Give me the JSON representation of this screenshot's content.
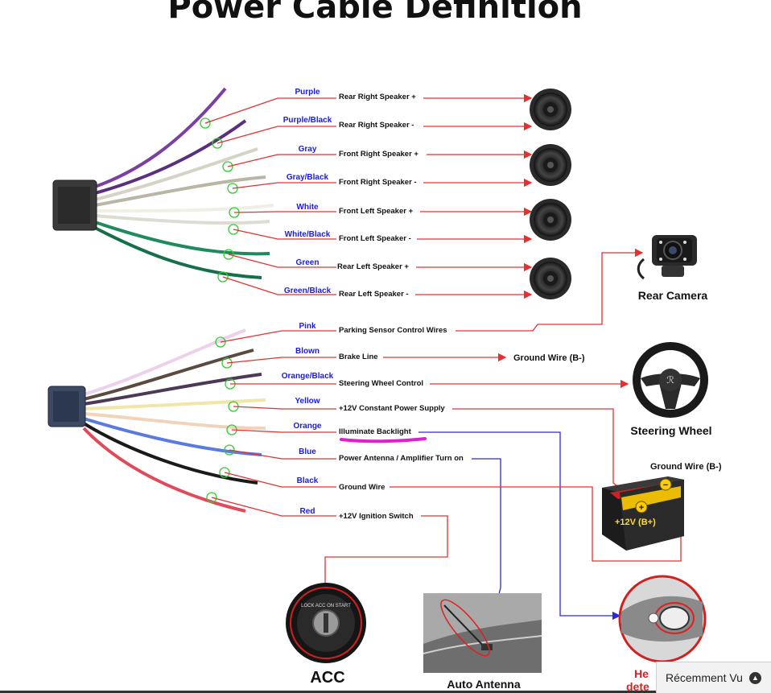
{
  "title": "Power Cable Definition",
  "speaker_wires": [
    {
      "color": "Purple",
      "function": "Rear Right Speaker +"
    },
    {
      "color": "Purple/Black",
      "function": "Rear Right Speaker -"
    },
    {
      "color": "Gray",
      "function": "Front Right Speaker +"
    },
    {
      "color": "Gray/Black",
      "function": "Front Right Speaker -"
    },
    {
      "color": "White",
      "function": "Front Left Speaker +"
    },
    {
      "color": "White/Black",
      "function": "Front Left Speaker -"
    },
    {
      "color": "Green",
      "function": "Rear Left Speaker +"
    },
    {
      "color": "Green/Black",
      "function": "Rear Left Speaker -"
    }
  ],
  "power_wires": [
    {
      "color": "Pink",
      "function": "Parking Sensor Control Wires"
    },
    {
      "color": "Blown",
      "function": "Brake Line"
    },
    {
      "color": "Orange/Black",
      "function": "Steering Wheel Control"
    },
    {
      "color": "Yellow",
      "function": "+12V Constant Power Supply"
    },
    {
      "color": "Orange",
      "function": "Illuminate Backlight"
    },
    {
      "color": "Blue",
      "function": "Power Antenna / Amplifier Turn on"
    },
    {
      "color": "Black",
      "function": "Ground Wire"
    },
    {
      "color": "Red",
      "function": "+12V  Ignition Switch"
    }
  ],
  "labels": {
    "rear_camera": "Rear Camera",
    "steering_wheel": "Steering Wheel",
    "brake_ground": "Ground Wire (B-)",
    "battery_ground": "Ground Wire (B-)",
    "battery_plus": "+12V  (B+)",
    "acc": "ACC",
    "auto_antenna": "Auto Antenna",
    "headlight_partial_1": "He",
    "headlight_partial_2": "dete"
  },
  "widget": {
    "recent": "Récemment Vu"
  },
  "wire_colors": {
    "purple": "#7a3fa0",
    "gray": "#cfcfc4",
    "white": "#f2f2ea",
    "green": "#1f8a5b",
    "pink": "#e8c6e8",
    "brown": "#6a4a3a",
    "yellow": "#f2e6a0",
    "orange": "#f0c8a8",
    "blue": "#5a7ae0",
    "black": "#1a1a1a",
    "red": "#e04a5a",
    "annotation_red": "#e53030",
    "annotation_blue": "#2b2bd6",
    "highlight": "#e020d0"
  }
}
